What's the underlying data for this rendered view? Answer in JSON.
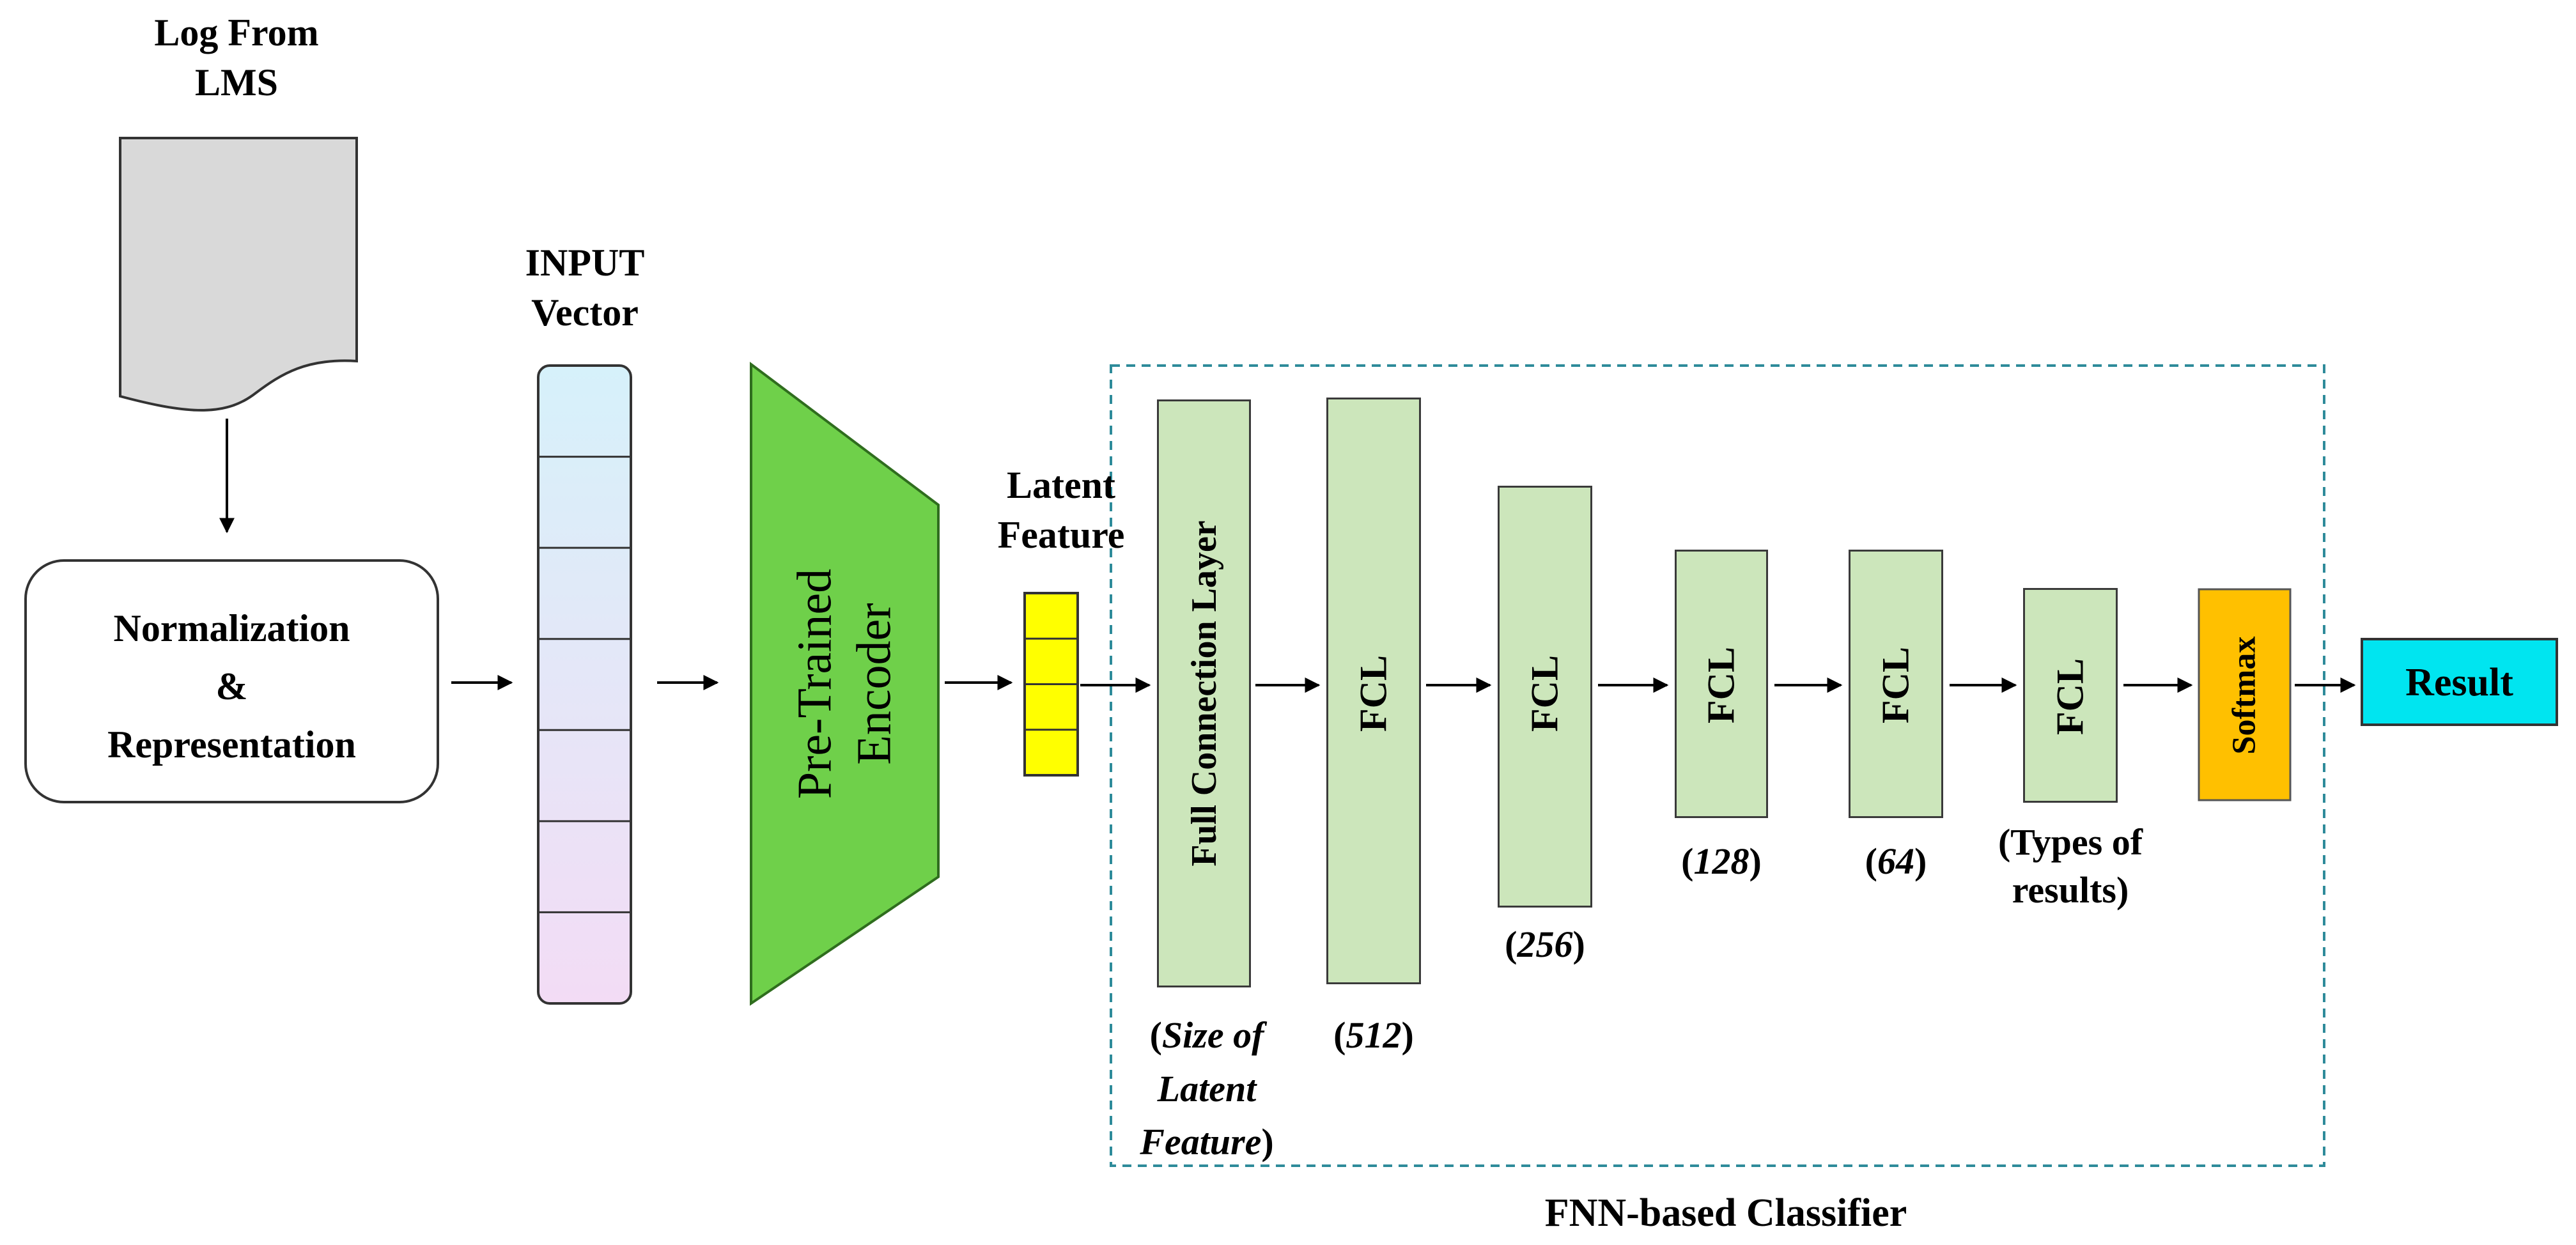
{
  "source": {
    "title_line1": "Log From",
    "title_line2": "LMS"
  },
  "preprocess": {
    "line1": "Normalization",
    "line2": "&",
    "line3": "Representation"
  },
  "input_vector": {
    "line1": "INPUT",
    "line2": "Vector",
    "cells": 7
  },
  "encoder": {
    "line1": "Pre-Trained",
    "line2": "Encoder"
  },
  "latent": {
    "line1": "Latent",
    "line2": "Feature",
    "cells": 4
  },
  "classifier": {
    "title": "FNN-based Classifier",
    "layers": [
      {
        "label": "Full Connection Layer",
        "size_open": "(",
        "size_italic": "Size of Latent Feature",
        "size_close": ")"
      },
      {
        "label": "FCL",
        "size_open": "(",
        "size_italic": "512",
        "size_close": ")"
      },
      {
        "label": "FCL",
        "size_open": "(",
        "size_italic": "256",
        "size_close": ")"
      },
      {
        "label": "FCL",
        "size_open": "(",
        "size_italic": "128",
        "size_close": ")"
      },
      {
        "label": "FCL",
        "size_open": "(",
        "size_italic": "64",
        "size_close": ")"
      },
      {
        "label": "FCL",
        "size_line1": "(Types of",
        "size_line2": "results)"
      }
    ],
    "softmax": "Softmax"
  },
  "result": "Result",
  "colors": {
    "document_fill": "#d9d9d9",
    "encoder_fill": "#6fd04a",
    "latent_fill": "#ffff00",
    "fcl_fill": "#cce6bb",
    "softmax_fill": "#ffc000",
    "result_fill": "#00e5f0",
    "dashed_border": "#2e8b9a"
  }
}
